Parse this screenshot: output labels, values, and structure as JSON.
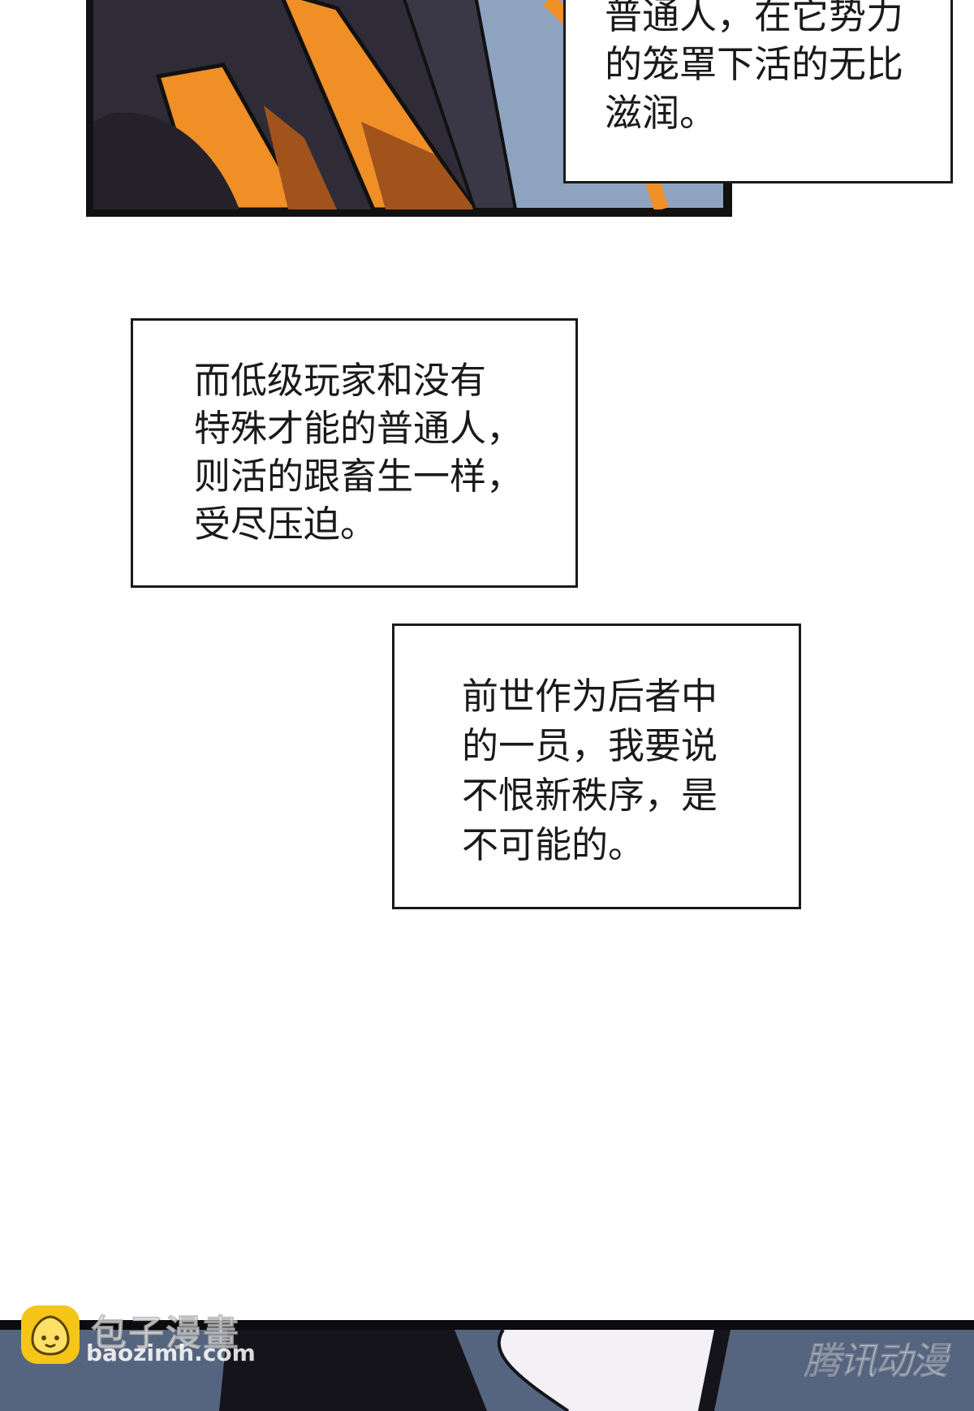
{
  "captions": {
    "top": [
      "普通人，在它势力",
      "的笼罩下活的无比",
      "滋润。"
    ],
    "middle": [
      "而低级玩家和没有",
      "特殊才能的普通人，",
      "则活的跟畜生一样，",
      "受尽压迫。"
    ],
    "lower": [
      "前世作为后者中",
      "的一员，我要说",
      "不恨新秩序，是",
      "不可能的。"
    ]
  },
  "watermarks": {
    "site_name": "包子漫畫",
    "site_url": "baozimh.com",
    "publisher": "腾讯动漫"
  },
  "colors": {
    "panel_dark": "#2f2c38",
    "accent_orange": "#ef8f26",
    "slate_blue": "#8ea3c0",
    "border": "#111111"
  },
  "icons": {
    "watermark_logo": "bun-face-icon"
  }
}
